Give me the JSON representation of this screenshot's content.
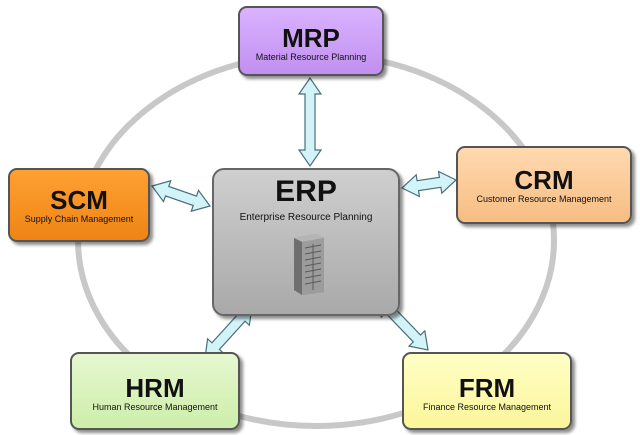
{
  "nodes": {
    "mrp": {
      "abbr": "MRP",
      "full": "Material Resource Planning"
    },
    "crm": {
      "abbr": "CRM",
      "full": "Customer Resource Management"
    },
    "scm": {
      "abbr": "SCM",
      "full": "Supply Chain Management"
    },
    "hrm": {
      "abbr": "HRM",
      "full": "Human Resource Management"
    },
    "frm": {
      "abbr": "FRM",
      "full": "Finance Resource Management"
    },
    "erp": {
      "abbr": "ERP",
      "full": "Enterprise Resource Planning"
    }
  },
  "colors": {
    "ring": "#c8c8c8",
    "arrow_fill": "#d2f3f8",
    "arrow_stroke": "#4a6f7a"
  },
  "center_icon": "server-rack-icon"
}
